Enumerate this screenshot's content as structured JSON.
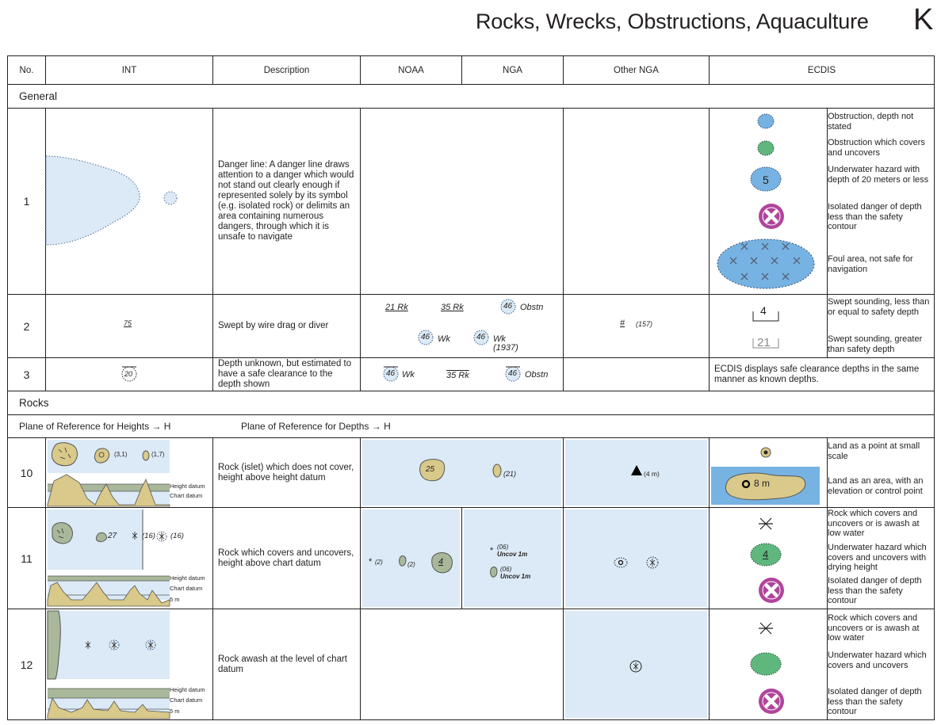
{
  "title": "Rocks, Wrecks, Obstructions, Aquaculture",
  "section_letter": "K",
  "headers": [
    "No.",
    "INT",
    "Description",
    "NOAA",
    "NGA",
    "Other NGA",
    "ECDIS"
  ],
  "bands": {
    "general": "General",
    "rocks": "Rocks",
    "plane_heights": "Plane of Reference for Heights → H",
    "plane_depths": "Plane of Reference for Depths → H"
  },
  "rows": {
    "r1": {
      "no": "1",
      "desc": "Danger line: A danger line draws attention to a danger which would not stand out clearly enough if represented solely by its symbol (e.g. isolated rock) or delimits an area containing numerous dangers, through which it is unsafe to navigate",
      "ecdis": [
        "Obstruction, depth not stated",
        "Obstruction which covers and uncovers",
        "Underwater hazard with depth of 20 meters or less",
        "Isolated danger of depth less than the safety contour",
        "Foul area, not safe for navigation"
      ],
      "ecdis_depth": "5"
    },
    "r2": {
      "no": "2",
      "desc": "Swept by wire drag or diver",
      "int_sym": "75",
      "noaa": [
        "21 Rk",
        "35 Rk",
        "46",
        "Obstn",
        "46",
        "Wk",
        "46",
        "Wk",
        "(1937)"
      ],
      "other": [
        "#",
        "(157)"
      ],
      "ecdis": [
        "Swept sounding, less than or equal to safety depth",
        "Swept sounding, greater than safety depth"
      ],
      "ecdis_vals": [
        "4",
        "21"
      ]
    },
    "r3": {
      "no": "3",
      "desc": "Depth unknown, but estimated to have a safe clearance to the depth shown",
      "int_sym": "20",
      "noaa": [
        "46",
        "Wk",
        "35 Rk",
        "46",
        "Obstn"
      ],
      "ecdis": "ECDIS displays safe clearance depths in the same manner as known depths."
    },
    "r10": {
      "no": "10",
      "desc": "Rock (islet) which does not cover, height above height datum",
      "int_labels": [
        "(3,1)",
        "(1,7)",
        "Height datum",
        "Chart datum"
      ],
      "noaa": [
        "25",
        "(21)"
      ],
      "other": "(4 m)",
      "ecdis": [
        "Land as a point at small scale",
        "Land as an area, with an elevation or control point"
      ],
      "ecdis_val": "8 m"
    },
    "r11": {
      "no": "11",
      "desc": "Rock which covers and uncovers, height above chart datum",
      "int_labels": [
        "27",
        "(16)",
        "(16)",
        "Height datum",
        "Chart datum",
        "5 m"
      ],
      "noaa": [
        "(2)",
        "(2)",
        "4"
      ],
      "nga": [
        "(06)",
        "Uncov 1m",
        "(06)",
        "Uncov 1m"
      ],
      "ecdis": [
        "Rock which covers and uncovers or is awash at low water",
        "Underwater hazard which covers and uncovers with drying height",
        "Isolated danger of depth less than the safety contour"
      ],
      "ecdis_val": "4"
    },
    "r12": {
      "no": "12",
      "desc": "Rock awash at the level of chart datum",
      "int_labels": [
        "Height datum",
        "Chart datum",
        "5 m"
      ],
      "ecdis": [
        "Rock which covers and uncovers or is awash at low water",
        "Underwater hazard which covers and uncovers",
        "Isolated danger of depth less than the safety contour"
      ]
    }
  },
  "colors": {
    "water": "#dbeaf6",
    "ecdis_blue": "#77b3e2",
    "ecdis_green": "#5fb77e",
    "land": "#d9c98a",
    "magenta": "#b0459c"
  }
}
